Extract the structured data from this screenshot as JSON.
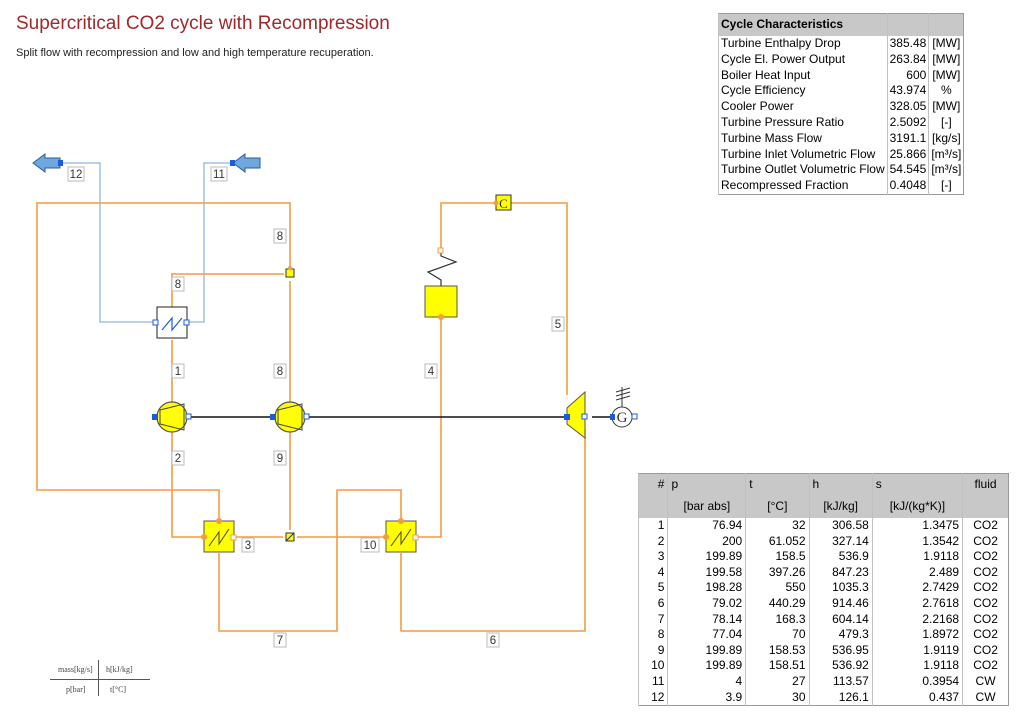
{
  "title": "Supercritical CO2 cycle with Recompression",
  "subtitle": "Split flow with recompression and low and high temperature recuperation.",
  "cycle_characteristics": {
    "header": "Cycle Characteristics",
    "rows": [
      {
        "name": "Turbine Enthalpy Drop",
        "value": "385.48",
        "unit": "[MW]"
      },
      {
        "name": "Cycle El. Power Output",
        "value": "263.84",
        "unit": "[MW]"
      },
      {
        "name": "Boiler Heat Input",
        "value": "600",
        "unit": "[MW]"
      },
      {
        "name": "Cycle Efficiency",
        "value": "43.974",
        "unit": "%"
      },
      {
        "name": "Cooler Power",
        "value": "328.05",
        "unit": "[MW]"
      },
      {
        "name": "Turbine Pressure Ratio",
        "value": "2.5092",
        "unit": "[-]"
      },
      {
        "name": "Turbine Mass Flow",
        "value": "3191.1",
        "unit": "[kg/s]"
      },
      {
        "name": "Turbine Inlet Volumetric Flow",
        "value": "25.866",
        "unit": "[m³/s]"
      },
      {
        "name": "Turbine Outlet Volumetric Flow",
        "value": "54.545",
        "unit": "[m³/s]"
      },
      {
        "name": "Recompressed Fraction",
        "value": "0.4048",
        "unit": "[-]"
      }
    ]
  },
  "stream_table": {
    "headers": [
      "#",
      "p",
      "t",
      "h",
      "s",
      "fluid"
    ],
    "units": [
      "",
      "[bar abs]",
      "[°C]",
      "[kJ/kg]",
      "[kJ/(kg*K)]",
      ""
    ],
    "rows": [
      [
        "1",
        "76.94",
        "32",
        "306.58",
        "1.3475",
        "CO2"
      ],
      [
        "2",
        "200",
        "61.052",
        "327.14",
        "1.3542",
        "CO2"
      ],
      [
        "3",
        "199.89",
        "158.5",
        "536.9",
        "1.9118",
        "CO2"
      ],
      [
        "4",
        "199.58",
        "397.26",
        "847.23",
        "2.489",
        "CO2"
      ],
      [
        "5",
        "198.28",
        "550",
        "1035.3",
        "2.7429",
        "CO2"
      ],
      [
        "6",
        "79.02",
        "440.29",
        "914.46",
        "2.7618",
        "CO2"
      ],
      [
        "7",
        "78.14",
        "168.3",
        "604.14",
        "2.2168",
        "CO2"
      ],
      [
        "8",
        "77.04",
        "70",
        "479.3",
        "1.8972",
        "CO2"
      ],
      [
        "9",
        "199.89",
        "158.53",
        "536.95",
        "1.9119",
        "CO2"
      ],
      [
        "10",
        "199.89",
        "158.51",
        "536.92",
        "1.9118",
        "CO2"
      ],
      [
        "11",
        "4",
        "27",
        "113.57",
        "0.3954",
        "CW"
      ],
      [
        "12",
        "3.9",
        "30",
        "126.1",
        "0.437",
        "CW"
      ]
    ]
  },
  "stream_labels": {
    "s1": "1",
    "s2": "2",
    "s3": "3",
    "s4": "4",
    "s5": "5",
    "s6": "6",
    "s7": "7",
    "s8a": "8",
    "s8b": "8",
    "s8c": "8",
    "s9": "9",
    "s10": "10",
    "s11": "11",
    "s12": "12"
  },
  "symbols": {
    "mixer": "C",
    "generator": "G"
  },
  "legend": {
    "mass": "mass[kg/s]",
    "enthalpy": "h[kJ/kg]",
    "pressure": "p[bar]",
    "temperature": "t[°C]"
  },
  "colors": {
    "co2_pipe": "#f39c40",
    "water_pipe": "#8ab8e0",
    "component_fill": "#ffff00",
    "title": "#a0282a"
  }
}
